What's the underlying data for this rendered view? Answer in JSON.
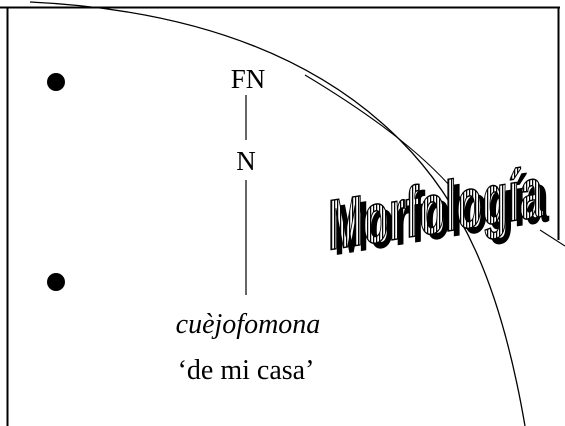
{
  "slide": {
    "bullets": [
      "",
      ""
    ],
    "tree": {
      "root_label": "FN",
      "head_label": "N",
      "leaf_word": "cuèjofomona",
      "gloss": "‘de mi casa’"
    },
    "title_wordart": "Morfología"
  }
}
